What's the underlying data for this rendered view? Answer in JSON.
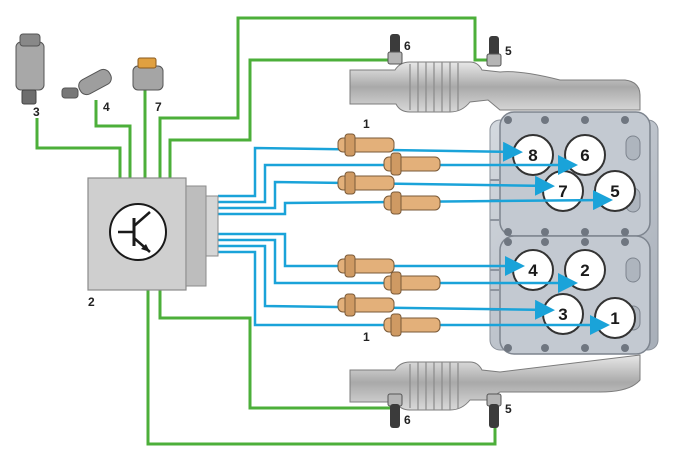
{
  "colors": {
    "signal_wire": "#4caf3a",
    "injection_signal": "#1aa3d9",
    "ecu_body": "#cfcfcf",
    "engine_block": "#b9c0c9",
    "cylinder_head": "#9aa2ad"
  },
  "labels": {
    "air_mass_meter": "3",
    "sensor_4": "4",
    "sensor_7": "7",
    "ecu": "2",
    "injectors_top": "1",
    "injectors_bottom": "1",
    "sensor_6_top": "6",
    "sensor_5_top": "5",
    "sensor_6_bottom": "6",
    "sensor_5_bottom": "5"
  },
  "cylinders": [
    "8",
    "6",
    "7",
    "5",
    "4",
    "2",
    "3",
    "1"
  ],
  "icons": {
    "ecu_symbol": "transistor-icon"
  }
}
